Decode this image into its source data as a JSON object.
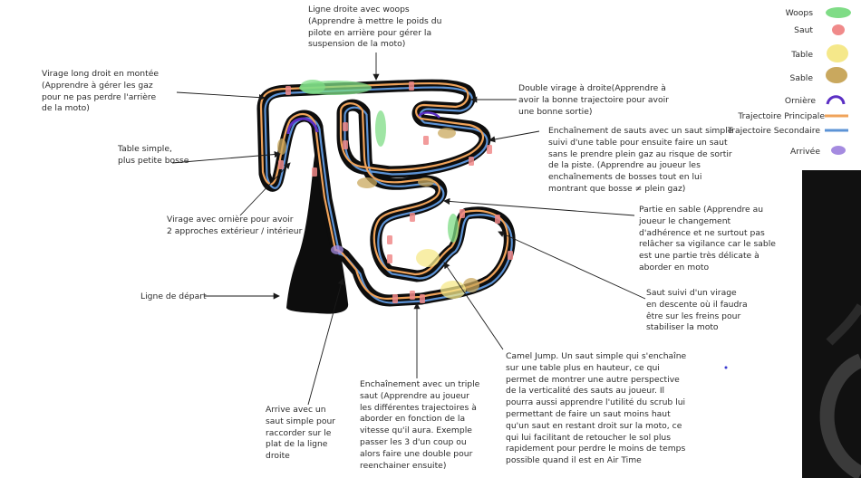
{
  "colors": {
    "woops": "#7fdc86",
    "saut": "#f08a8a",
    "table": "#f5e88a",
    "sable": "#c9a85e",
    "orniere": "#5b2fc4",
    "trajectoire_principale": "#f0a35a",
    "trajectoire_secondaire": "#5c93d6",
    "arrivee": "#a58be0",
    "track": "#0d0d0d"
  },
  "legend": [
    {
      "label": "Woops",
      "key": "woops",
      "shape": "blob"
    },
    {
      "label": "Saut",
      "key": "saut",
      "shape": "blob"
    },
    {
      "label": "Table",
      "key": "table",
      "shape": "blob"
    },
    {
      "label": "Sable",
      "key": "sable",
      "shape": "blob"
    },
    {
      "label": "Ornière",
      "key": "orniere",
      "shape": "arc"
    },
    {
      "label": "Trajectoire Principale",
      "key": "trajectoire_principale",
      "shape": "line"
    },
    {
      "label": "Trajectoire Secondaire",
      "key": "trajectoire_secondaire",
      "shape": "line"
    },
    {
      "label": "Arrivée",
      "key": "arrivee",
      "shape": "blob"
    }
  ],
  "annotations": [
    {
      "id": "ligne-droite-woops",
      "text": "Ligne droite avec woops\n(Apprendre à mettre le poids du\npilote en arrière pour gérer la\nsuspension de la moto)"
    },
    {
      "id": "virage-long",
      "text": "Virage long droit en montée\n(Apprendre à gérer les gaz\npour ne pas perdre l'arrière\nde la moto)"
    },
    {
      "id": "double-virage",
      "text": "Double virage à droite(Apprendre à\navoir la bonne trajectoire pour avoir\nune bonne sortie)"
    },
    {
      "id": "table-simple",
      "text": "Table simple,\nplus petite bosse"
    },
    {
      "id": "enchainement-sauts",
      "text": "Enchaînement de sauts avec un saut simple\nsuivi d'une table pour ensuite faire un saut\nsans le prendre plein gaz au risque de sortir\nde la piste. (Apprendre au joueur les\nenchaînements de bosses tout en lui\nmontrant que bosse ≠ plein gaz)"
    },
    {
      "id": "virage-orniere",
      "text": "Virage avec ornière pour avoir\n2 approches extérieur / intérieur"
    },
    {
      "id": "partie-sable",
      "text": "Partie en sable (Apprendre au\njoueur le changement\nd'adhérence et ne surtout pas\nrelâcher sa vigilance car le sable\nest une partie très délicate à\naborder en moto"
    },
    {
      "id": "ligne-depart",
      "text": "Ligne de départ"
    },
    {
      "id": "saut-virage-descente",
      "text": "Saut suivi d'un virage\nen descente où il faudra\nêtre sur les freins pour\nstabiliser la moto"
    },
    {
      "id": "camel-jump",
      "text": "Camel Jump. Un saut simple qui s'enchaîne\nsur une  table plus en hauteur, ce qui\npermet de montrer une autre perspective\nde la verticalité des sauts au joueur. Il\npourra aussi apprendre l'utilité du scrub lui\npermettant de faire un saut moins haut\nqu'un saut en restant droit sur la moto, ce\nqui lui facilitant de retoucher le sol plus\nrapidement pour perdre le moins de temps\npossible quand il est en Air Time"
    },
    {
      "id": "triple-saut",
      "text": "Enchaînement avec un triple\nsaut (Apprendre au joueur\nles différentes trajectoires à\naborder en fonction de la\nvitesse qu'il aura. Exemple\npasser les 3 d'un coup ou\nalors faire une double pour\nreenchainer ensuite)"
    },
    {
      "id": "arrive-saut",
      "text": "Arrive avec un\nsaut simple pour\nraccorder sur le\nplat de la ligne\ndroite"
    }
  ]
}
